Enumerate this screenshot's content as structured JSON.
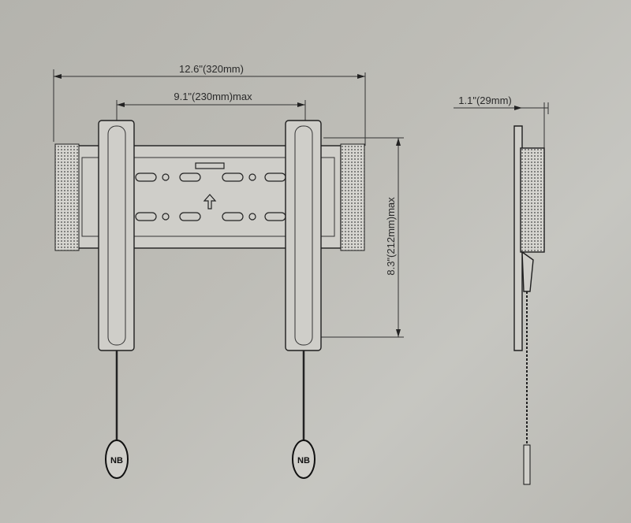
{
  "dimensions": {
    "overall_width": "12.6\"(320mm)",
    "arm_spacing": "9.1\"(230mm)max",
    "height": "8.3\"(212mm)max",
    "depth": "1.1\"(29mm)"
  },
  "logo_text": "NB"
}
